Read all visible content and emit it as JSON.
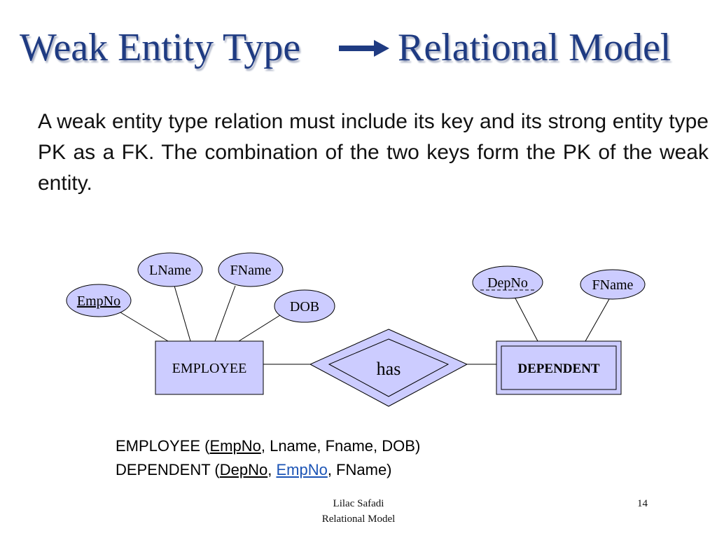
{
  "title": {
    "left": "Weak Entity Type",
    "right": "Relational Model",
    "arrow_icon": "right-arrow-icon",
    "color": "#1f3b82"
  },
  "description": "A weak entity type relation must include its key and its strong entity type PK as a FK. The combination of the two keys form the PK of the weak entity.",
  "diagram": {
    "entities": [
      {
        "name": "EMPLOYEE",
        "weak": false
      },
      {
        "name": "DEPENDENT",
        "weak": true
      }
    ],
    "relationship": {
      "name": "has",
      "identifying": true
    },
    "attributes": {
      "employee": [
        "EmpNo",
        "LName",
        "FName",
        "DOB"
      ],
      "dependent": [
        "DepNo",
        "FName"
      ]
    },
    "fill_color": "#ccccff"
  },
  "schema": {
    "employee": {
      "name": "EMPLOYEE",
      "open": " (",
      "pk": "EmpNo",
      "rest": ", Lname, Fname, DOB)"
    },
    "dependent": {
      "name": "DEPENDENT",
      "open": " (",
      "pk": "DepNo",
      "sep": ", ",
      "fk": "EmpNo",
      "rest": ", FName)"
    }
  },
  "footer": {
    "author": "Lilac Safadi",
    "subtitle": "Relational Model",
    "page": "14"
  }
}
